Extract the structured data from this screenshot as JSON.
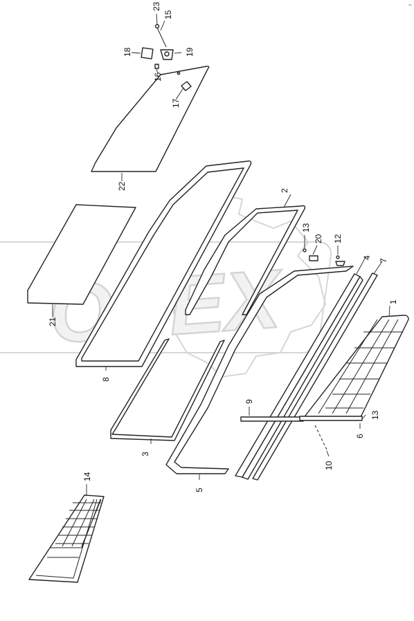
{
  "watermark": {
    "text": "OPEX"
  },
  "callouts": [
    {
      "id": "1",
      "label": "1"
    },
    {
      "id": "2",
      "label": "2"
    },
    {
      "id": "3",
      "label": "3"
    },
    {
      "id": "4",
      "label": "4"
    },
    {
      "id": "5",
      "label": "5"
    },
    {
      "id": "6",
      "label": "6"
    },
    {
      "id": "7",
      "label": "7"
    },
    {
      "id": "8",
      "label": "8"
    },
    {
      "id": "9",
      "label": "9"
    },
    {
      "id": "10",
      "label": "10"
    },
    {
      "id": "12",
      "label": "12"
    },
    {
      "id": "13a",
      "label": "13"
    },
    {
      "id": "13b",
      "label": "13"
    },
    {
      "id": "14",
      "label": "14"
    },
    {
      "id": "15",
      "label": "15"
    },
    {
      "id": "16",
      "label": "16"
    },
    {
      "id": "17",
      "label": "17"
    },
    {
      "id": "18",
      "label": "18"
    },
    {
      "id": "19",
      "label": "19"
    },
    {
      "id": "20",
      "label": "20"
    },
    {
      "id": "21",
      "label": "21"
    },
    {
      "id": "22",
      "label": "22"
    },
    {
      "id": "23",
      "label": "23"
    }
  ]
}
